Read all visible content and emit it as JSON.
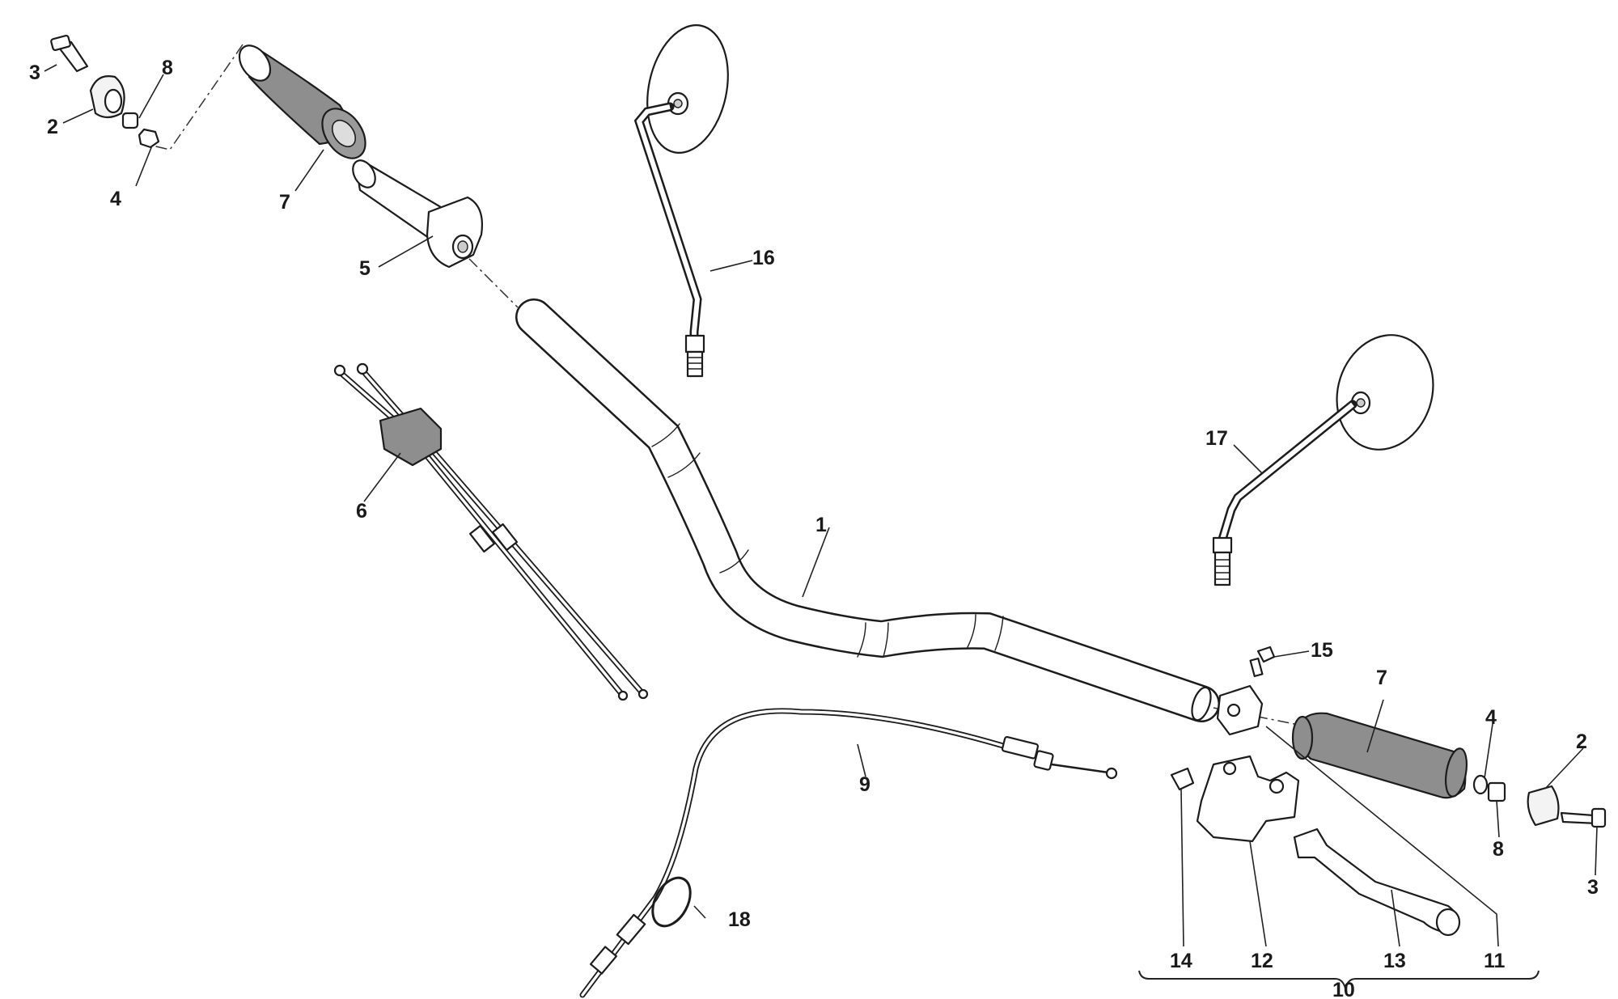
{
  "callouts": {
    "c1": "1",
    "c2a": "2",
    "c2b": "2",
    "c3a": "3",
    "c3b": "3",
    "c4a": "4",
    "c4b": "4",
    "c5": "5",
    "c6": "6",
    "c7a": "7",
    "c7b": "7",
    "c8a": "8",
    "c8b": "8",
    "c9": "9",
    "c10": "10",
    "c11": "11",
    "c12": "12",
    "c13": "13",
    "c14": "14",
    "c15": "15",
    "c16": "16",
    "c17": "17",
    "c18": "18"
  }
}
